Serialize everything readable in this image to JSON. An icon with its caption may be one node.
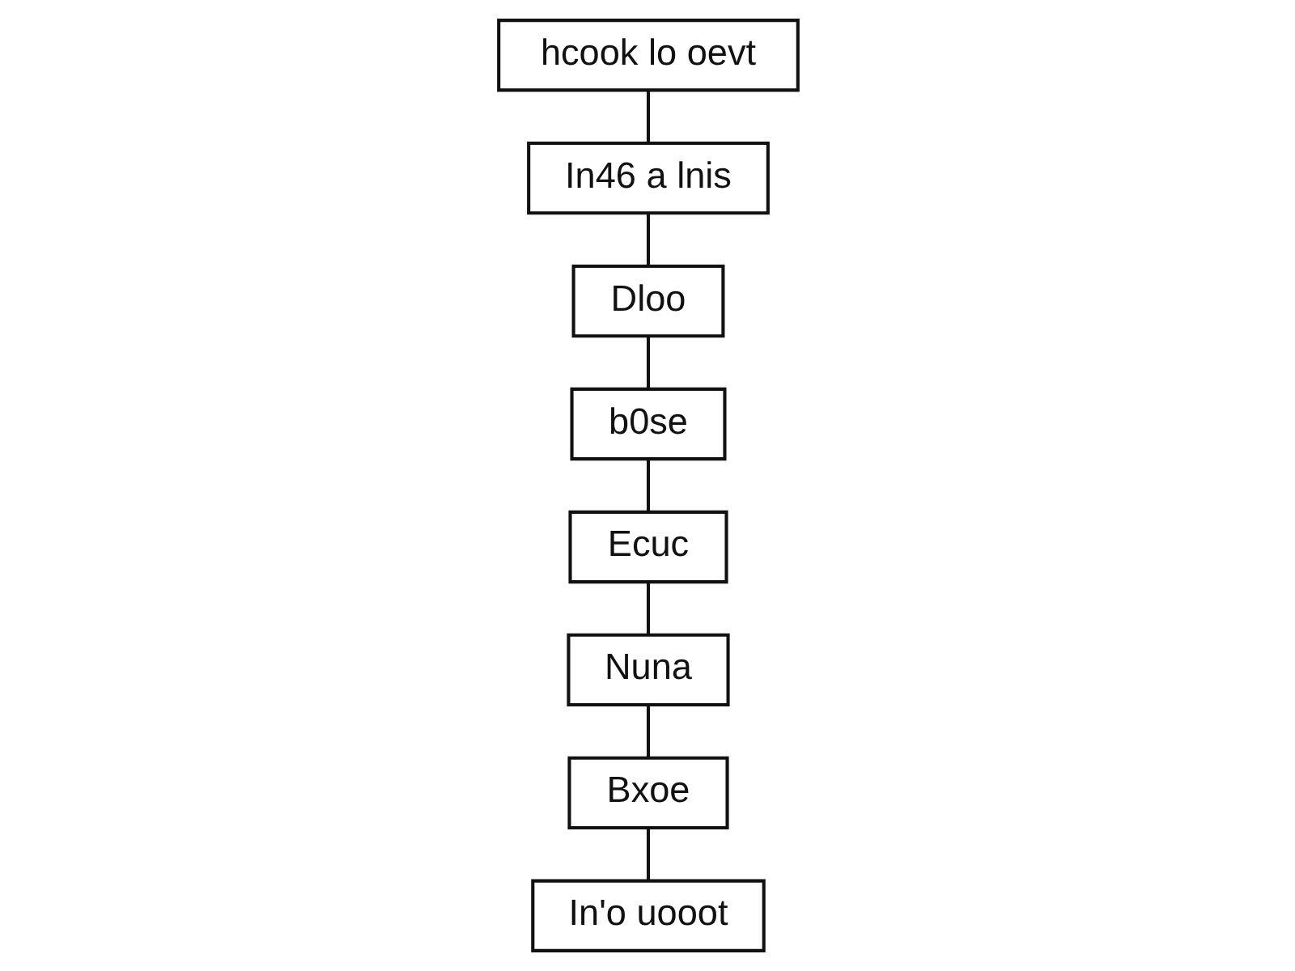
{
  "diagram": {
    "nodes": [
      {
        "text": [
          "hcook lo oevt"
        ]
      },
      {
        "text": [
          "In46 a lnis"
        ]
      },
      {
        "text": [
          "Dloo"
        ]
      },
      {
        "text": [
          "b0se"
        ]
      },
      {
        "text": [
          "Ecuc"
        ]
      },
      {
        "text": [
          "Nuna"
        ]
      },
      {
        "text": [
          "Bxoe"
        ]
      },
      {
        "text": [
          "In'o uooot"
        ]
      }
    ],
    "edges": [
      {
        "from": 0,
        "to": 1,
        "arrow": "none"
      },
      {
        "from": 1,
        "to": 2,
        "arrow": "none"
      },
      {
        "from": 2,
        "to": 3,
        "arrow": "none"
      },
      {
        "from": 3,
        "to": 4,
        "arrow": "none"
      },
      {
        "from": 4,
        "to": 5,
        "arrow": "none"
      },
      {
        "from": 5,
        "to": 6,
        "arrow": "none"
      },
      {
        "from": 6,
        "to": 7,
        "arrow": "none"
      }
    ]
  }
}
